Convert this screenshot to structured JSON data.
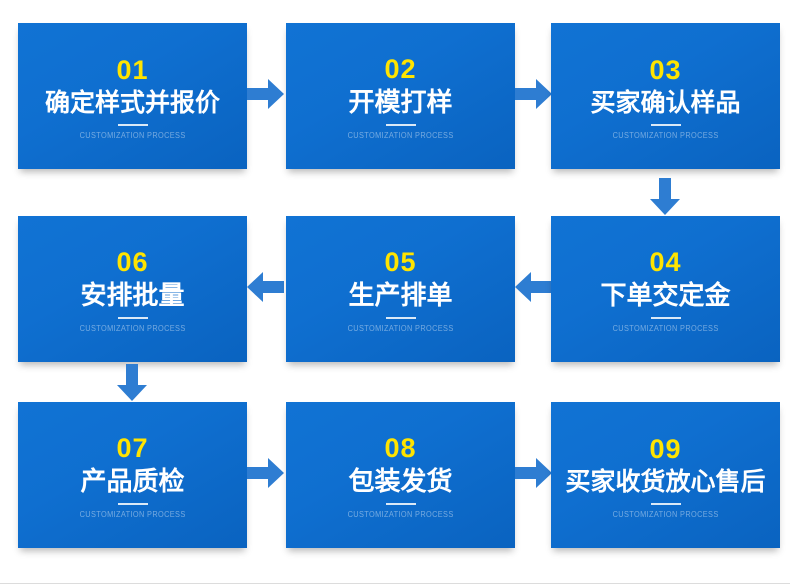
{
  "meta": {
    "subtitle_text": "CUSTOMIZATION PROCESS",
    "accent_number_color": "#FFE400",
    "card_color": "#0E6FD0",
    "arrow_color": "#2E7DD2",
    "text_color": "#FFFFFF",
    "background_color": "#FFFFFF"
  },
  "steps": [
    {
      "number": "01",
      "title": "确定样式并报价",
      "subtitle": "CUSTOMIZATION PROCESS"
    },
    {
      "number": "02",
      "title": "开模打样",
      "subtitle": "CUSTOMIZATION PROCESS"
    },
    {
      "number": "03",
      "title": "买家确认样品",
      "subtitle": "CUSTOMIZATION PROCESS"
    },
    {
      "number": "04",
      "title": "下单交定金",
      "subtitle": "CUSTOMIZATION PROCESS"
    },
    {
      "number": "05",
      "title": "生产排单",
      "subtitle": "CUSTOMIZATION PROCESS"
    },
    {
      "number": "06",
      "title": "安排批量",
      "subtitle": "CUSTOMIZATION PROCESS"
    },
    {
      "number": "07",
      "title": "产品质检",
      "subtitle": "CUSTOMIZATION PROCESS"
    },
    {
      "number": "08",
      "title": "包装发货",
      "subtitle": "CUSTOMIZATION PROCESS"
    },
    {
      "number": "09",
      "title": "买家收货放心售后",
      "subtitle": "CUSTOMIZATION PROCESS"
    }
  ],
  "connectors": [
    {
      "id": "arrow-01-to-02",
      "direction": "right"
    },
    {
      "id": "arrow-02-to-03",
      "direction": "right"
    },
    {
      "id": "arrow-03-to-04",
      "direction": "down"
    },
    {
      "id": "arrow-04-to-05",
      "direction": "left"
    },
    {
      "id": "arrow-05-to-06",
      "direction": "left"
    },
    {
      "id": "arrow-06-to-07",
      "direction": "down"
    },
    {
      "id": "arrow-07-to-08",
      "direction": "right"
    },
    {
      "id": "arrow-08-to-09",
      "direction": "right"
    }
  ]
}
